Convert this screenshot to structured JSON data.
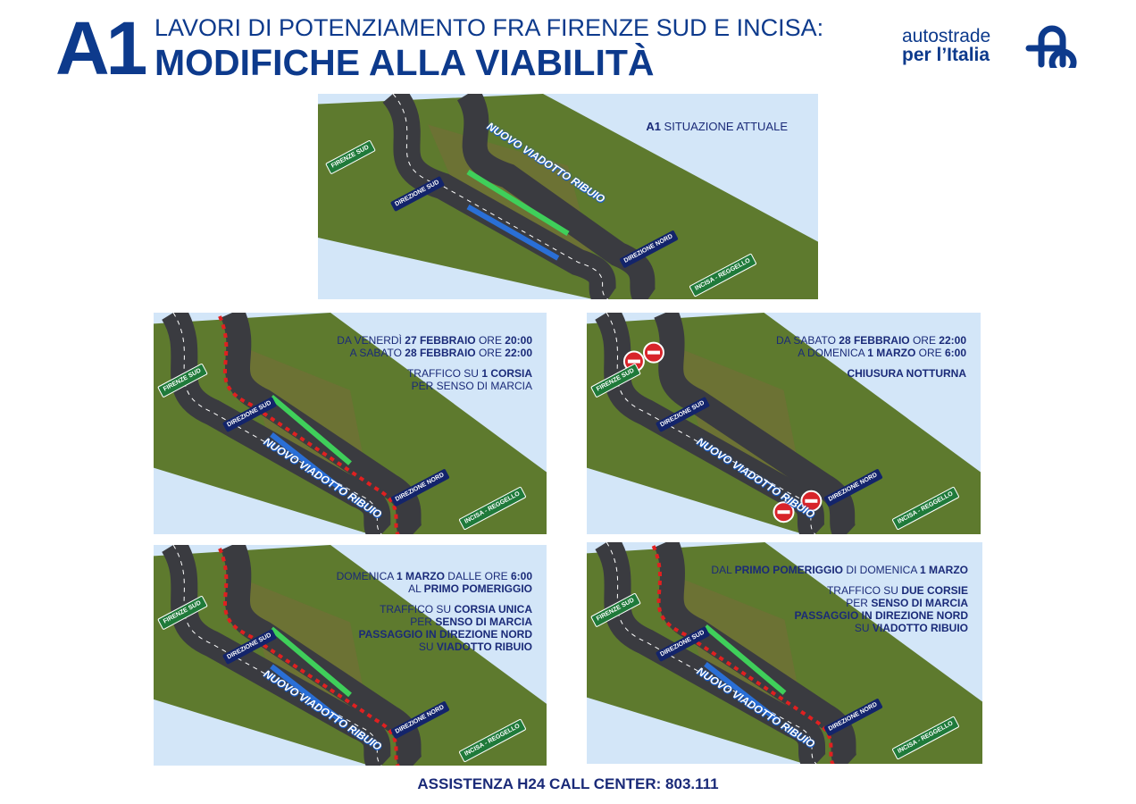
{
  "header": {
    "badge": "A1",
    "line1": "LAVORI DI POTENZIAMENTO FRA FIRENZE SUD E INCISA:",
    "line2": "MODIFICHE ALLA VIABILITÀ"
  },
  "logo": {
    "line1": "autostrade",
    "line2": "per l’Italia"
  },
  "signs": {
    "firenze": "FIRENZE SUD",
    "dir_sud": "DIREZIONE SUD",
    "dir_nord": "DIREZIONE NORD",
    "incisa": "INCISA - REGGELLO",
    "viadotto": "NUOVO VIADOTTO RIBUIO"
  },
  "panels": [
    {
      "id": "situazione-attuale",
      "lines": [
        [
          {
            "t": "A1",
            "b": true
          },
          {
            "t": " SITUAZIONE ATTUALE"
          }
        ]
      ]
    },
    {
      "id": "fase-1",
      "lines": [
        [
          {
            "t": "DA VENERDÌ "
          },
          {
            "t": "27 FEBBRAIO",
            "b": true
          },
          {
            "t": " ORE "
          },
          {
            "t": "20:00",
            "b": true
          }
        ],
        [
          {
            "t": "A SABATO "
          },
          {
            "t": "28 FEBBRAIO",
            "b": true
          },
          {
            "t": " ORE "
          },
          {
            "t": "22:00",
            "b": true
          }
        ],
        [],
        [
          {
            "t": "TRAFFICO SU "
          },
          {
            "t": "1 CORSIA",
            "b": true
          }
        ],
        [
          {
            "t": "PER SENSO DI MARCIA"
          }
        ]
      ]
    },
    {
      "id": "fase-2",
      "lines": [
        [
          {
            "t": "DA SABATO "
          },
          {
            "t": "28 FEBBRAIO",
            "b": true
          },
          {
            "t": " ORE "
          },
          {
            "t": "22:00",
            "b": true
          }
        ],
        [
          {
            "t": "A DOMENICA "
          },
          {
            "t": "1 MARZO",
            "b": true
          },
          {
            "t": " ORE "
          },
          {
            "t": "6:00",
            "b": true
          }
        ],
        [],
        [
          {
            "t": "CHIUSURA NOTTURNA",
            "b": true
          }
        ]
      ]
    },
    {
      "id": "fase-3",
      "lines": [
        [
          {
            "t": "DOMENICA "
          },
          {
            "t": "1 MARZO",
            "b": true
          },
          {
            "t": "  DALLE ORE "
          },
          {
            "t": "6:00",
            "b": true
          }
        ],
        [
          {
            "t": "AL "
          },
          {
            "t": "PRIMO POMERIGGIO",
            "b": true
          }
        ],
        [],
        [
          {
            "t": "TRAFFICO SU "
          },
          {
            "t": "CORSIA UNICA",
            "b": true
          }
        ],
        [
          {
            "t": "PER "
          },
          {
            "t": "SENSO DI MARCIA",
            "b": true
          }
        ],
        [
          {
            "t": "PASSAGGIO IN DIREZIONE NORD",
            "b": true
          }
        ],
        [
          {
            "t": "SU "
          },
          {
            "t": "VIADOTTO RIBUIO",
            "b": true
          }
        ]
      ]
    },
    {
      "id": "fase-4",
      "lines": [
        [
          {
            "t": "DAL "
          },
          {
            "t": "PRIMO POMERIGGIO",
            "b": true
          },
          {
            "t": " DI DOMENICA "
          },
          {
            "t": "1 MARZO",
            "b": true
          }
        ],
        [],
        [
          {
            "t": "TRAFFICO SU "
          },
          {
            "t": "DUE CORSIE",
            "b": true
          }
        ],
        [
          {
            "t": "PER "
          },
          {
            "t": "SENSO DI MARCIA",
            "b": true
          }
        ],
        [
          {
            "t": "PASSAGGIO IN DIREZIONE NORD",
            "b": true
          }
        ],
        [
          {
            "t": "SU "
          },
          {
            "t": "VIADOTTO RIBUIO",
            "b": true
          }
        ]
      ]
    }
  ],
  "footer": {
    "text": "ASSISTENZA H24  CALL CENTER: 803.111"
  },
  "colors": {
    "brand": "#0d3a8c",
    "sky": "#d3e6f8",
    "grass": "#5e7a2e",
    "road": "#3a3b40",
    "arrow_green": "#3fcf5a",
    "arrow_blue": "#2a6fd6"
  }
}
